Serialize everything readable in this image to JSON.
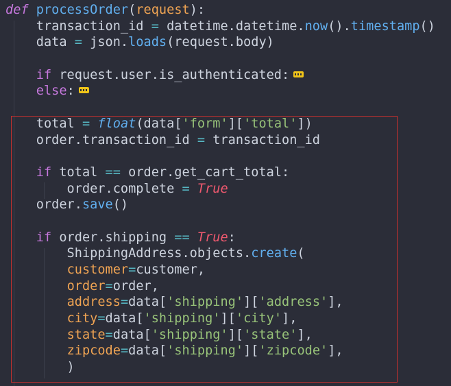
{
  "editor": {
    "language": "python",
    "colors": {
      "background": "#2b2d38",
      "selection_border": "#c4302f",
      "fold_marker": "#f0c419"
    },
    "fold_marker_icon": "fold-ellipsis-icon",
    "lines": [
      [
        {
          "t": "def",
          "c": "def"
        },
        {
          "t": " ",
          "c": "id"
        },
        {
          "t": "processOrder",
          "c": "fn"
        },
        {
          "t": "(",
          "c": "pn"
        },
        {
          "t": "request",
          "c": "prm"
        },
        {
          "t": "):",
          "c": "pn"
        }
      ],
      [
        {
          "t": "    transaction_id ",
          "c": "id"
        },
        {
          "t": "=",
          "c": "op"
        },
        {
          "t": " datetime.datetime.",
          "c": "id"
        },
        {
          "t": "now",
          "c": "fn"
        },
        {
          "t": "().",
          "c": "pn"
        },
        {
          "t": "timestamp",
          "c": "fn"
        },
        {
          "t": "()",
          "c": "pn"
        }
      ],
      [
        {
          "t": "    data ",
          "c": "id"
        },
        {
          "t": "=",
          "c": "op"
        },
        {
          "t": " json.",
          "c": "id"
        },
        {
          "t": "loads",
          "c": "fn"
        },
        {
          "t": "(request.body)",
          "c": "id"
        }
      ],
      [],
      [
        {
          "t": "    ",
          "c": "id"
        },
        {
          "t": "if",
          "c": "kw"
        },
        {
          "t": " request.user.is_authenticated:",
          "c": "id"
        },
        {
          "fold": true
        }
      ],
      [
        {
          "t": "    ",
          "c": "id"
        },
        {
          "t": "else",
          "c": "kw"
        },
        {
          "t": ":",
          "c": "pn"
        },
        {
          "fold": true
        }
      ],
      [],
      [
        {
          "t": "    total ",
          "c": "id"
        },
        {
          "t": "=",
          "c": "op"
        },
        {
          "t": " ",
          "c": "id"
        },
        {
          "t": "float",
          "c": "bi"
        },
        {
          "t": "(data[",
          "c": "id"
        },
        {
          "t": "'form'",
          "c": "str"
        },
        {
          "t": "][",
          "c": "pn"
        },
        {
          "t": "'total'",
          "c": "str"
        },
        {
          "t": "])",
          "c": "pn"
        }
      ],
      [
        {
          "t": "    order.transaction_id ",
          "c": "id"
        },
        {
          "t": "=",
          "c": "op"
        },
        {
          "t": " transaction_id",
          "c": "id"
        }
      ],
      [],
      [
        {
          "t": "    ",
          "c": "id"
        },
        {
          "t": "if",
          "c": "kw"
        },
        {
          "t": " total ",
          "c": "id"
        },
        {
          "t": "==",
          "c": "op"
        },
        {
          "t": " order.get_cart_total:",
          "c": "id"
        }
      ],
      [
        {
          "t": "        order.complete ",
          "c": "id"
        },
        {
          "t": "=",
          "c": "op"
        },
        {
          "t": " ",
          "c": "id"
        },
        {
          "t": "True",
          "c": "bool"
        }
      ],
      [
        {
          "t": "    order.",
          "c": "id"
        },
        {
          "t": "save",
          "c": "fn"
        },
        {
          "t": "()",
          "c": "pn"
        }
      ],
      [],
      [
        {
          "t": "    ",
          "c": "id"
        },
        {
          "t": "if",
          "c": "kw"
        },
        {
          "t": " order.shipping ",
          "c": "id"
        },
        {
          "t": "==",
          "c": "op"
        },
        {
          "t": " ",
          "c": "id"
        },
        {
          "t": "True",
          "c": "bool"
        },
        {
          "t": ":",
          "c": "pn"
        }
      ],
      [
        {
          "t": "        ShippingAddress.objects.",
          "c": "id"
        },
        {
          "t": "create",
          "c": "fn"
        },
        {
          "t": "(",
          "c": "pn"
        }
      ],
      [
        {
          "t": "        ",
          "c": "id"
        },
        {
          "t": "customer",
          "c": "kwa"
        },
        {
          "t": "=",
          "c": "op"
        },
        {
          "t": "customer,",
          "c": "id"
        }
      ],
      [
        {
          "t": "        ",
          "c": "id"
        },
        {
          "t": "order",
          "c": "kwa"
        },
        {
          "t": "=",
          "c": "op"
        },
        {
          "t": "order,",
          "c": "id"
        }
      ],
      [
        {
          "t": "        ",
          "c": "id"
        },
        {
          "t": "address",
          "c": "kwa"
        },
        {
          "t": "=",
          "c": "op"
        },
        {
          "t": "data[",
          "c": "id"
        },
        {
          "t": "'shipping'",
          "c": "str"
        },
        {
          "t": "][",
          "c": "pn"
        },
        {
          "t": "'address'",
          "c": "str"
        },
        {
          "t": "],",
          "c": "pn"
        }
      ],
      [
        {
          "t": "        ",
          "c": "id"
        },
        {
          "t": "city",
          "c": "kwa"
        },
        {
          "t": "=",
          "c": "op"
        },
        {
          "t": "data[",
          "c": "id"
        },
        {
          "t": "'shipping'",
          "c": "str"
        },
        {
          "t": "][",
          "c": "pn"
        },
        {
          "t": "'city'",
          "c": "str"
        },
        {
          "t": "],",
          "c": "pn"
        }
      ],
      [
        {
          "t": "        ",
          "c": "id"
        },
        {
          "t": "state",
          "c": "kwa"
        },
        {
          "t": "=",
          "c": "op"
        },
        {
          "t": "data[",
          "c": "id"
        },
        {
          "t": "'shipping'",
          "c": "str"
        },
        {
          "t": "][",
          "c": "pn"
        },
        {
          "t": "'state'",
          "c": "str"
        },
        {
          "t": "],",
          "c": "pn"
        }
      ],
      [
        {
          "t": "        ",
          "c": "id"
        },
        {
          "t": "zipcode",
          "c": "kwa"
        },
        {
          "t": "=",
          "c": "op"
        },
        {
          "t": "data[",
          "c": "id"
        },
        {
          "t": "'shipping'",
          "c": "str"
        },
        {
          "t": "][",
          "c": "pn"
        },
        {
          "t": "'zipcode'",
          "c": "str"
        },
        {
          "t": "],",
          "c": "pn"
        }
      ],
      [
        {
          "t": "        )",
          "c": "pn"
        }
      ]
    ]
  }
}
